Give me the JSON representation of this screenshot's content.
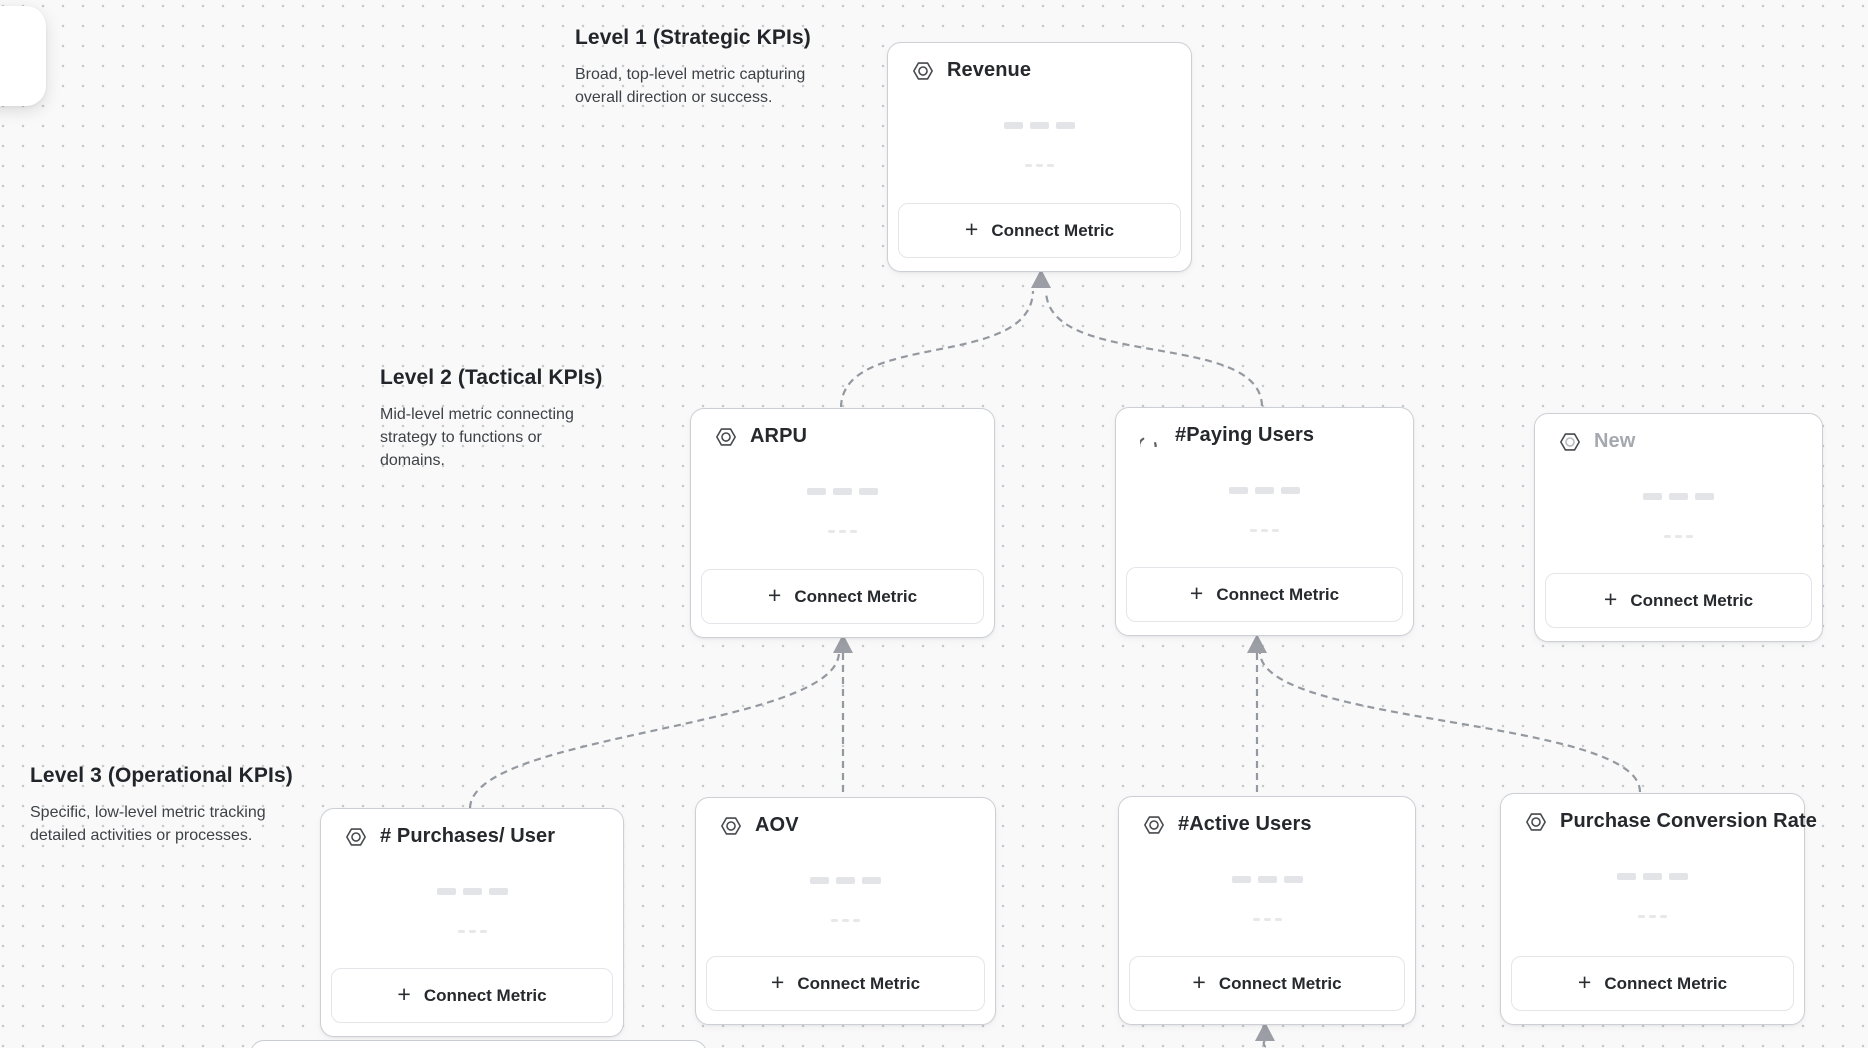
{
  "canvas": {
    "background": "#f9f9fa",
    "dot_color": "#c7cacd",
    "connector_color": "#94999f"
  },
  "toolbar": {
    "tool_icon": "cursor-pointer"
  },
  "levels": [
    {
      "title": "Level 1 (Strategic KPIs)",
      "description": "Broad, top-level metric capturing overall direction or success."
    },
    {
      "title": "Level 2 (Tactical KPIs)",
      "description": "Mid-level metric connecting strategy to functions or domains."
    },
    {
      "title": "Level 3 (Operational KPIs)",
      "description": "Specific, low-level metric tracking detailed activities or processes."
    }
  ],
  "cards": [
    {
      "title": "Revenue",
      "icon": "target-hex-icon",
      "state": "default"
    },
    {
      "title": "ARPU",
      "icon": "target-hex-icon",
      "state": "default"
    },
    {
      "title": "#Paying Users",
      "icon": "spinner-icon",
      "state": "loading"
    },
    {
      "title": "New",
      "icon": "target-hex-icon",
      "state": "draft"
    },
    {
      "title": "# Purchases/ User",
      "icon": "target-hex-icon",
      "state": "default"
    },
    {
      "title": "AOV",
      "icon": "target-hex-icon",
      "state": "default"
    },
    {
      "title": "#Active Users",
      "icon": "target-hex-icon",
      "state": "default"
    },
    {
      "title": "Purchase Conversion Rate",
      "icon": "target-hex-icon",
      "state": "default"
    }
  ],
  "buttons": {
    "connect_metric": "Connect Metric",
    "plus_icon": "+"
  }
}
